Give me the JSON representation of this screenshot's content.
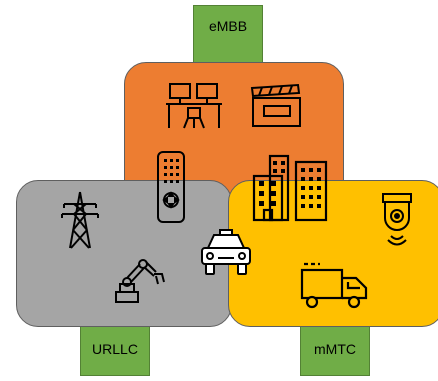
{
  "labels": {
    "embb": "eMBB",
    "urllc": "URLLC",
    "mmtc": "mMTC"
  },
  "colors": {
    "embb_region": "#ed7d31",
    "urllc_region": "#a5a5a5",
    "mmtc_region": "#ffc000",
    "label_box": "#70ad47",
    "icon_stroke": "#000000"
  },
  "icons": {
    "embb": [
      "office-desk-icon",
      "clapperboard-icon"
    ],
    "shared_embb_urllc": [
      "remote-control-icon"
    ],
    "shared_embb_mmtc": [
      "city-buildings-icon"
    ],
    "urllc": [
      "power-tower-icon",
      "robot-arm-icon"
    ],
    "shared_urllc_mmtc": [
      "car-icon"
    ],
    "mmtc": [
      "sensor-icon",
      "delivery-truck-icon"
    ]
  }
}
